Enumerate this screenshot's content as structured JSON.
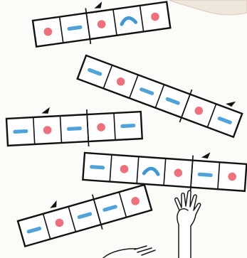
{
  "palette": {
    "background": "#fbfbf8",
    "ink": "#121212",
    "dot_color": "#ef6f7b",
    "dash_color": "#4fa3da"
  },
  "icons": {
    "paper_corner": "torn-paper-corner",
    "hand": "raised-hand-icon",
    "marker": "stress-marker-icon"
  },
  "strips": [
    {
      "name": "strip-1",
      "cells": [
        "dot",
        "dash",
        "dot",
        "arc",
        "dot"
      ],
      "divider_after": 1,
      "marker_cell": 2
    },
    {
      "name": "strip-2",
      "cells": [
        "dash",
        "dot",
        "dash",
        "dash",
        "dot",
        "dash"
      ],
      "divider_after": 3,
      "marker_cell": 5
    },
    {
      "name": "strip-3",
      "cells": [
        "dash",
        "dot",
        "dash",
        "dot",
        "dash"
      ],
      "divider_after": 2,
      "marker_cell": 1
    },
    {
      "name": "strip-4",
      "cells": [
        "dash",
        "dot",
        "arc",
        "dot",
        "dash",
        "dot"
      ],
      "divider_after": 3,
      "marker_cell": 4
    },
    {
      "name": "strip-5",
      "cells": [
        "dash",
        "dot",
        "dash",
        "dash",
        "dot"
      ],
      "divider_after": 2,
      "marker_cell": 1
    }
  ]
}
